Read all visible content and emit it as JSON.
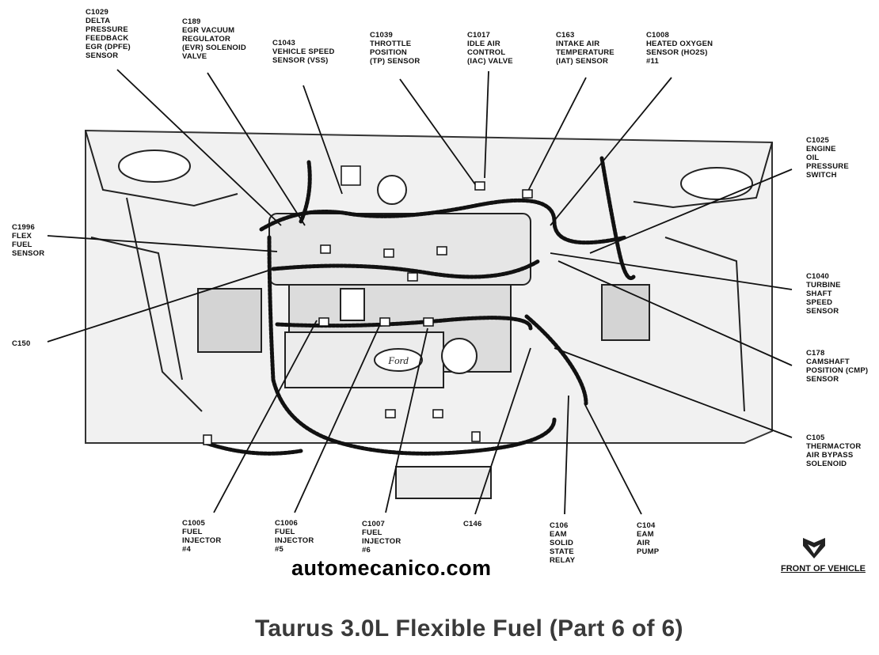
{
  "title": "Taurus 3.0L Flexible Fuel (Part 6 of 6)",
  "watermark": "automecanico.com",
  "front_of_vehicle": "FRONT OF VEHICLE",
  "engine_badge": "Ford",
  "labels": {
    "c1029": "C1029\nDELTA\nPRESSURE\nFEEDBACK\nEGR (DPFE)\nSENSOR",
    "c189": "C189\nEGR VACUUM\nREGULATOR\n(EVR) SOLENOID\nVALVE",
    "c1043": "C1043\nVEHICLE SPEED\nSENSOR (VSS)",
    "c1039": "C1039\nTHROTTLE\nPOSITION\n(TP) SENSOR",
    "c1017": "C1017\nIDLE AIR\nCONTROL\n(IAC) VALVE",
    "c163": "C163\nINTAKE AIR\nTEMPERATURE\n(IAT) SENSOR",
    "c1008": "C1008\nHEATED OXYGEN\nSENSOR (HO2S)\n#11",
    "c1025": "C1025\nENGINE\nOIL\nPRESSURE\nSWITCH",
    "c1996": "C1996\nFLEX\nFUEL\nSENSOR",
    "c150": "C150",
    "c1040": "C1040\nTURBINE\nSHAFT\nSPEED\nSENSOR",
    "c178": "C178\nCAMSHAFT\nPOSITION (CMP)\nSENSOR",
    "c105": "C105\nTHERMACTOR\nAIR BYPASS\nSOLENOID",
    "c1005": "C1005\nFUEL\nINJECTOR\n#4",
    "c1006": "C1006\nFUEL\nINJECTOR\n#5",
    "c1007": "C1007\nFUEL\nINJECTOR\n#6",
    "c146": "C146",
    "c106": "C106\nEAM\nSOLID\nSTATE\nRELAY",
    "c104": "C104\nEAM\nAIR\nPUMP"
  }
}
